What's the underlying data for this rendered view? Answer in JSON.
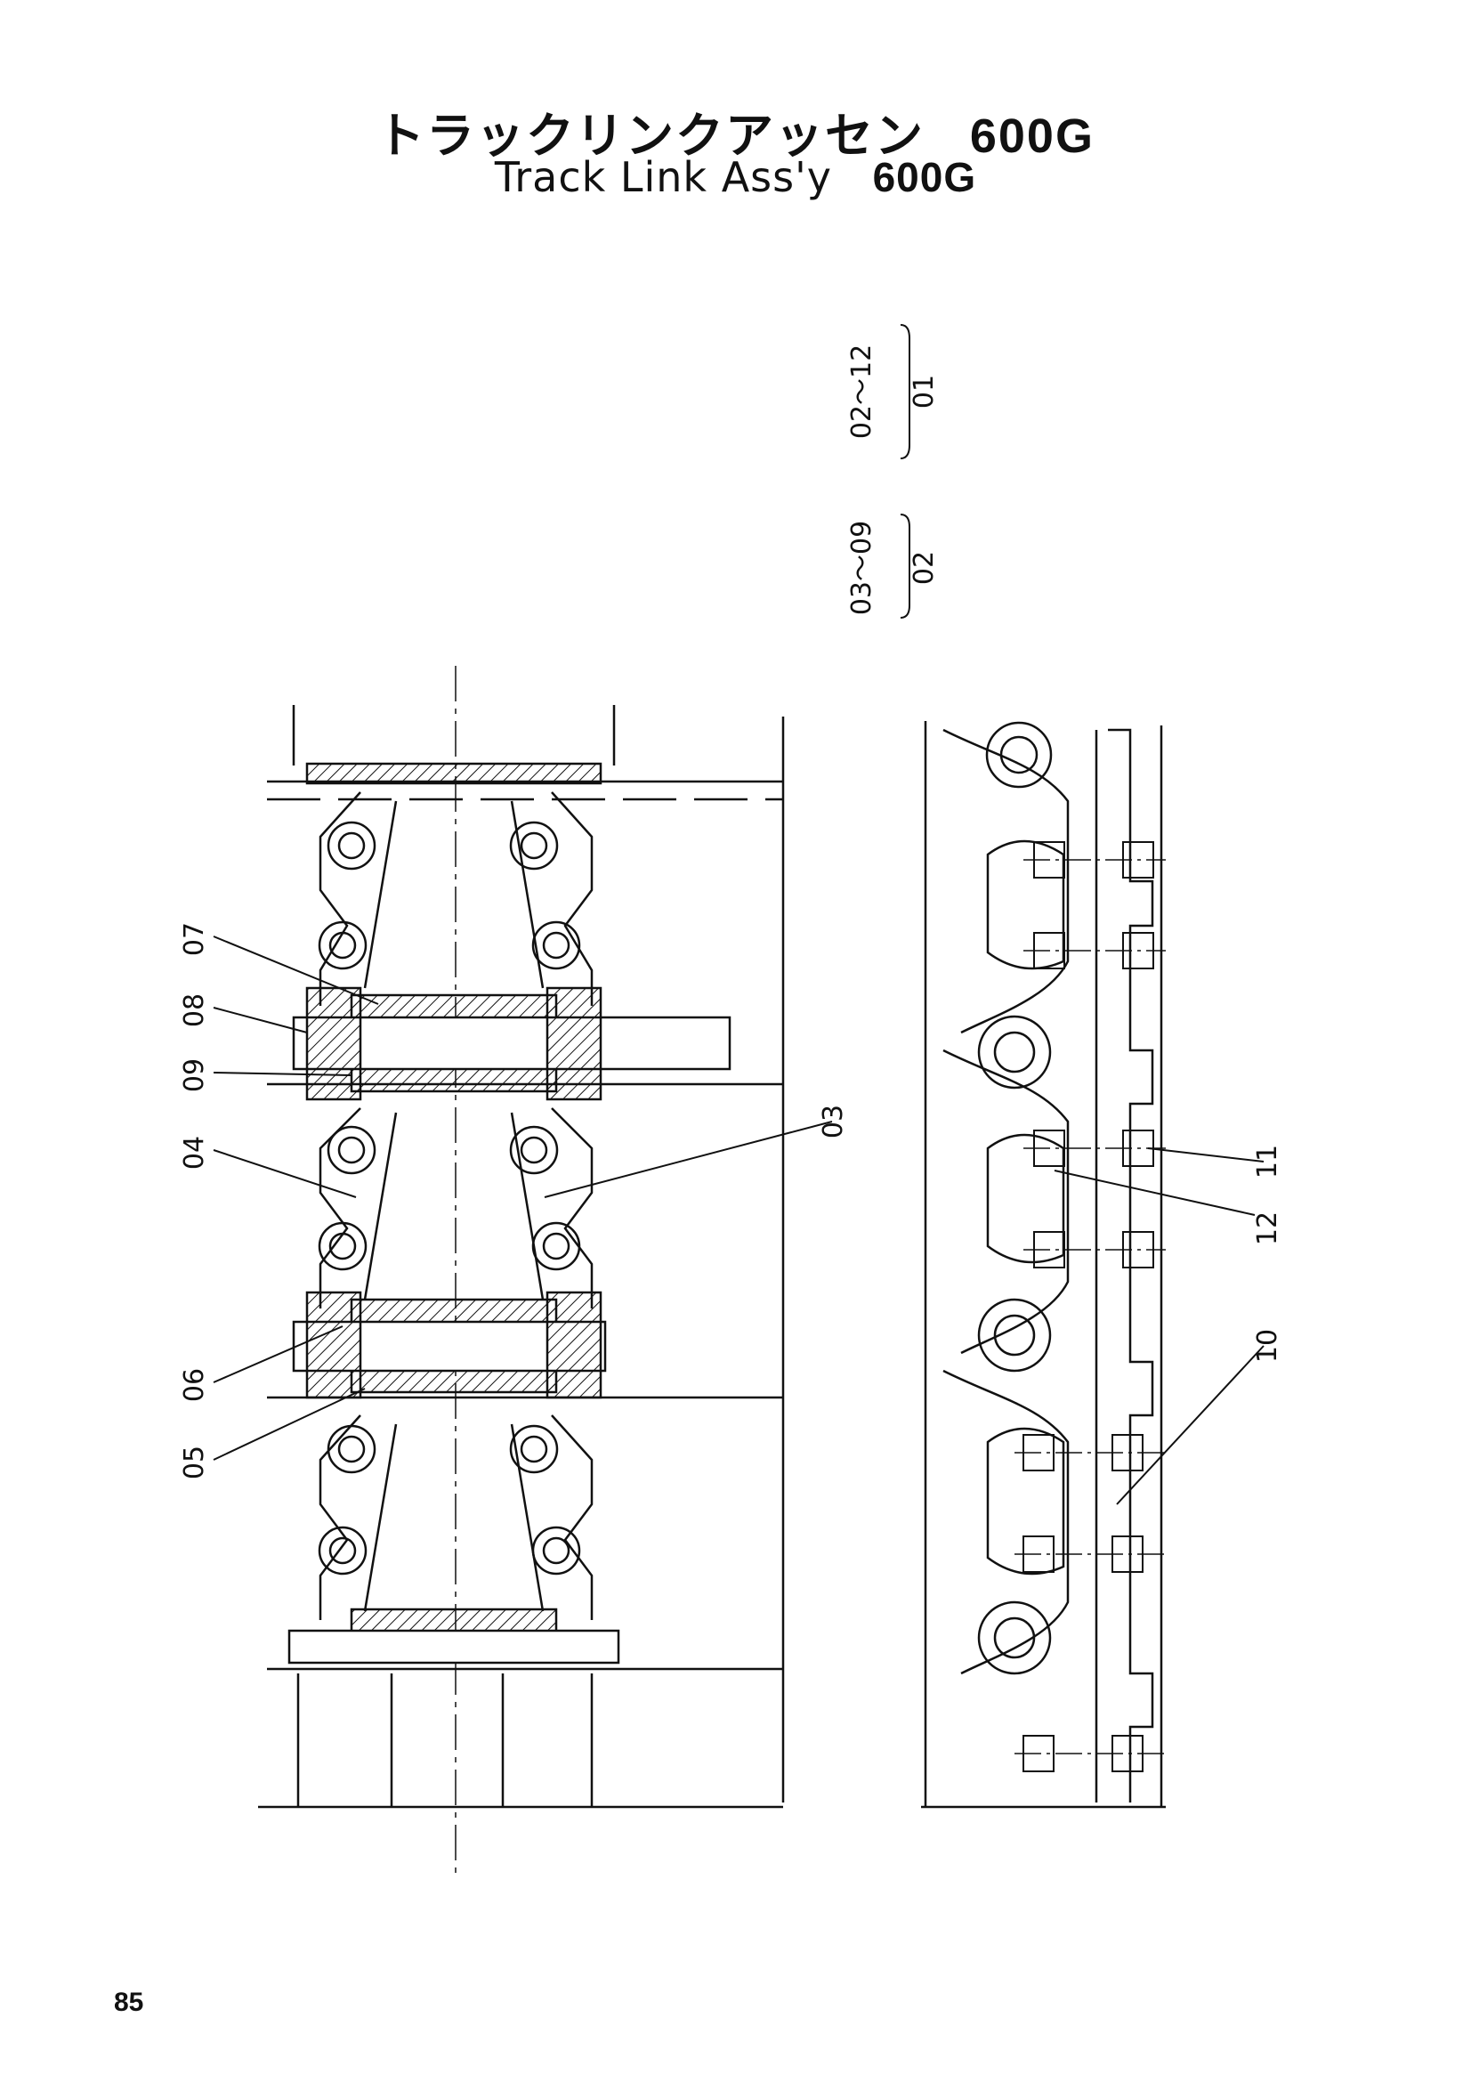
{
  "title_jp": "トラックリンクアッセン",
  "title_en": "Track Link Ass'y",
  "model": "600G",
  "page_number": "85",
  "assembly_groups": [
    {
      "range": "02～12",
      "parent": "01"
    },
    {
      "range": "03～09",
      "parent": "02"
    }
  ],
  "callouts": {
    "c03": "03",
    "c04": "04",
    "c05": "05",
    "c06": "06",
    "c07": "07",
    "c08": "08",
    "c09": "09",
    "c10": "10",
    "c11": "11",
    "c12": "12"
  }
}
